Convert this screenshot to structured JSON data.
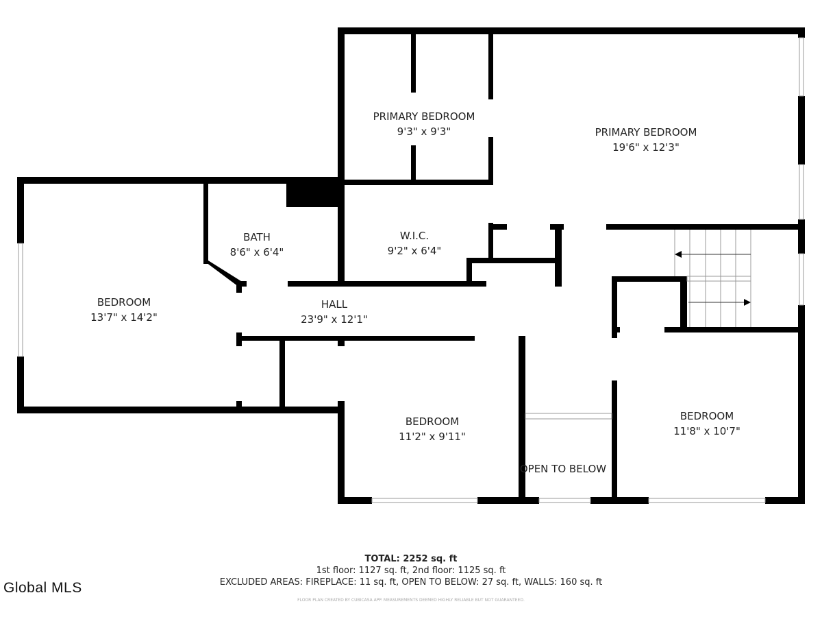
{
  "rooms": [
    {
      "name": "PRIMARY BEDROOM",
      "size": "9'3\" x 9'3\""
    },
    {
      "name": "PRIMARY BEDROOM",
      "size": "19'6\" x 12'3\""
    },
    {
      "name": "BEDROOM",
      "size": "13'7\" x 14'2\""
    },
    {
      "name": "BATH",
      "size": "8'6\" x 6'4\""
    },
    {
      "name": "W.I.C.",
      "size": "9'2\" x 6'4\""
    },
    {
      "name": "HALL",
      "size": "23'9\" x 12'1\""
    },
    {
      "name": "BEDROOM",
      "size": "11'2\" x 9'11\""
    },
    {
      "name": "OPEN TO BELOW",
      "size": ""
    },
    {
      "name": "BEDROOM",
      "size": "11'8\" x 10'7\""
    }
  ],
  "summary": {
    "total": "TOTAL: 2252 sq. ft",
    "floors": "1st floor: 1127 sq. ft, 2nd floor: 1125 sq. ft",
    "excluded": "EXCLUDED AREAS: FIREPLACE: 11 sq. ft, OPEN TO BELOW: 27 sq. ft, WALLS: 160 sq. ft",
    "disclaimer": "FLOOR PLAN CREATED BY CUBICASA APP. MEASUREMENTS DEEMED HIGHLY RELIABLE BUT NOT GUARANTEED."
  },
  "logo": "Global MLS",
  "colors": {
    "wall": "#000000",
    "background": "#ffffff"
  }
}
